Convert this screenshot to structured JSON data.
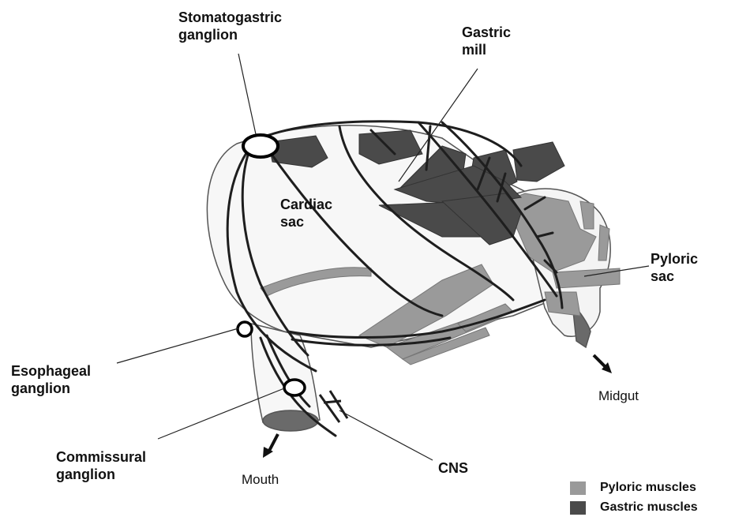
{
  "labels": {
    "stomatogastric": [
      "Stomatogastric",
      "ganglion"
    ],
    "gastric_mill": [
      "Gastric",
      "mill"
    ],
    "cardiac_sac": [
      "Cardiac",
      "sac"
    ],
    "pyloric_sac": [
      "Pyloric",
      "sac"
    ],
    "esophageal": [
      "Esophageal",
      "ganglion"
    ],
    "commissural": [
      "Commissural",
      "ganglion"
    ],
    "cns": "CNS",
    "mouth": "Mouth",
    "midgut": "Midgut"
  },
  "legend": [
    {
      "label": "Pyloric muscles",
      "color": "#9a9a9a"
    },
    {
      "label": "Gastric muscles",
      "color": "#4a4a4a"
    }
  ],
  "colors": {
    "outline": "#444444",
    "nerve": "#1e1e1e",
    "pyloric": "#9a9a9a",
    "gastric": "#4a4a4a",
    "sac_fill": "#f6f6f6"
  }
}
